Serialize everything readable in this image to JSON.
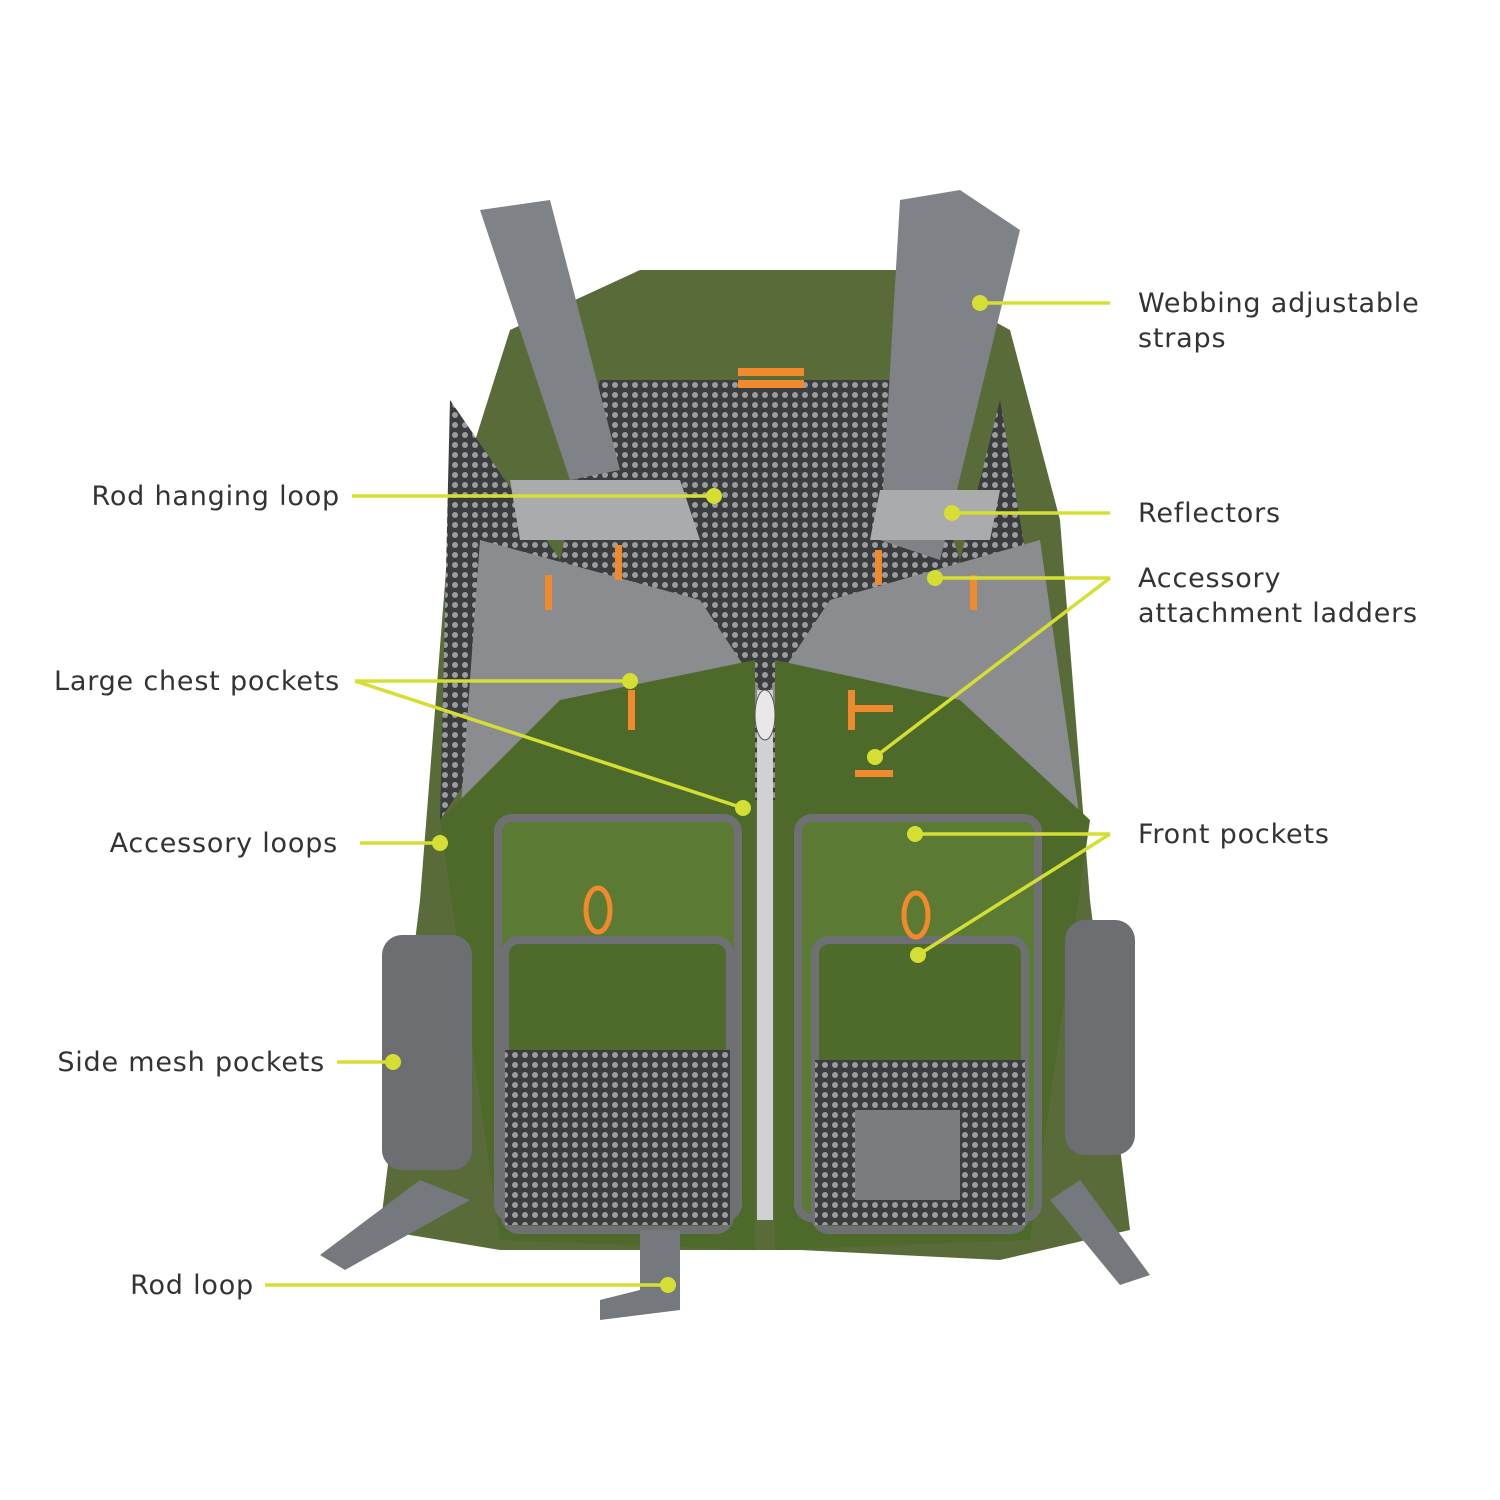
{
  "accent_color": "#d5df33",
  "callouts": {
    "webbing": "Webbing adjustable",
    "webbing2": "straps",
    "reflectors": "Reflectors",
    "ladders": "Accessory",
    "ladders2": "attachment ladders",
    "front": "Front pockets",
    "rod_hanging": "Rod hanging loop",
    "chest": "Large chest pockets",
    "acc_loops": "Accessory loops",
    "side_mesh": "Side mesh pockets",
    "rod_loop": "Rod loop"
  }
}
